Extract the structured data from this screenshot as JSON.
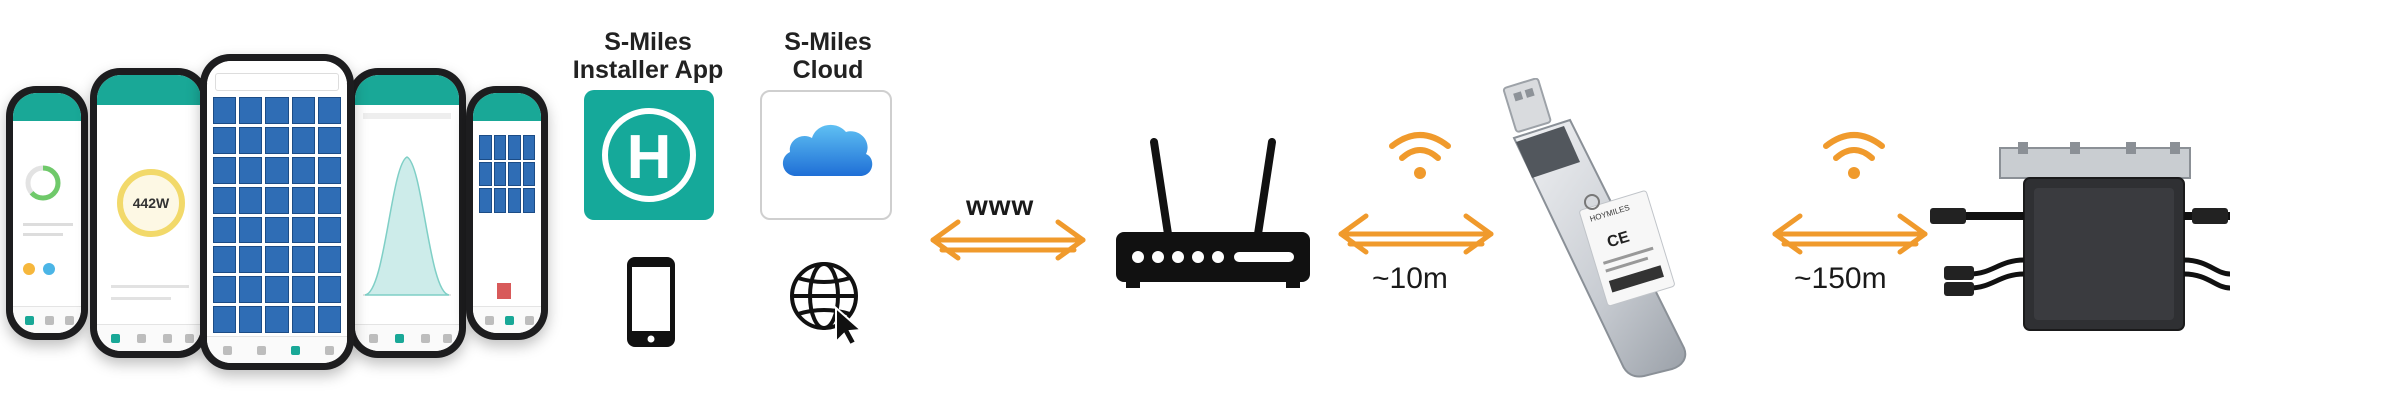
{
  "apps": {
    "installer": {
      "title_line1": "S-Miles",
      "title_line2": "Installer App",
      "tile_color": "#15a99a",
      "tile_letter": "H",
      "device_icon": "smartphone-icon"
    },
    "cloud": {
      "title_line1": "S-Miles",
      "title_line2": "Cloud",
      "device_icon": "globe-cursor-icon"
    }
  },
  "phone_screens": {
    "left_inner": {
      "gauge_value": "442W"
    }
  },
  "links": {
    "internet": {
      "label": "www"
    },
    "router_to_dongle": {
      "label": "~10m"
    },
    "dongle_to_inverter": {
      "label": "~150m"
    }
  },
  "devices": {
    "router": {
      "icon": "wifi-router-icon"
    },
    "dongle": {
      "icon": "usb-dongle-icon",
      "brand": "HOYMILES",
      "ce_mark": "CE"
    },
    "inverter": {
      "icon": "microinverter-icon"
    }
  },
  "colors": {
    "arrow": "#f09a2c",
    "wifi": "#f09a2c",
    "app_teal": "#15a99a",
    "cloud_blue": "#2a86e0"
  }
}
